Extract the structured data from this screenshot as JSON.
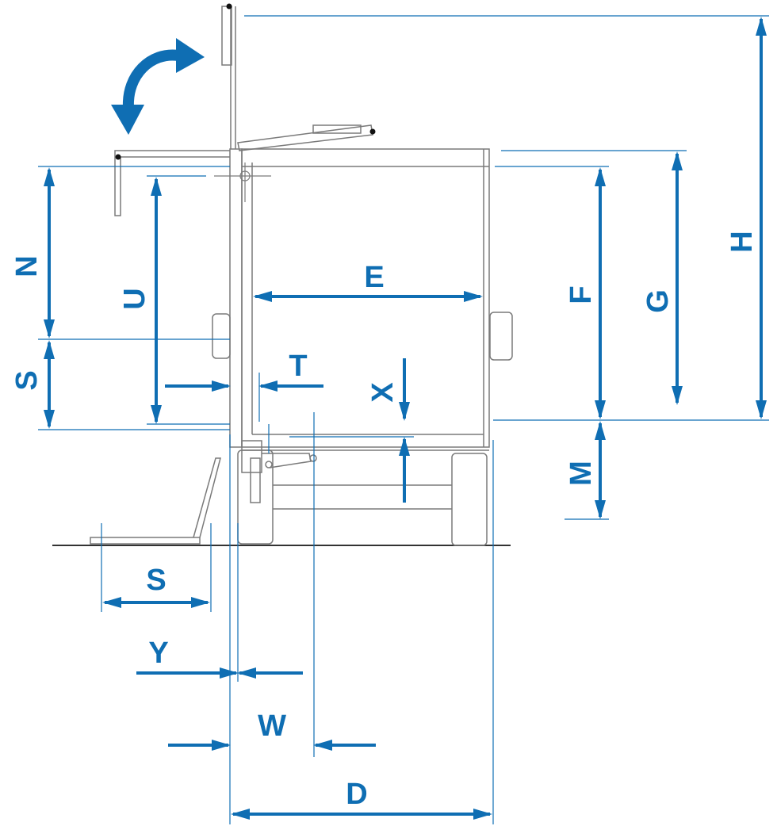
{
  "colors": {
    "dimension": "#0f6eb3",
    "outline": "#7a7a7a",
    "dark": "#444444",
    "background": "#ffffff"
  },
  "icons": {
    "rotate": "curved-arrow-icon",
    "pivot": "pivot-point-icon",
    "crosshair": "crosshair-icon"
  },
  "labels": {
    "H": "H",
    "G": "G",
    "F": "F",
    "M": "M",
    "E": "E",
    "N": "N",
    "U": "U",
    "S_vertical": "S",
    "T": "T",
    "X": "X",
    "S_bottom": "S",
    "Y": "Y",
    "W": "W",
    "D": "D"
  }
}
